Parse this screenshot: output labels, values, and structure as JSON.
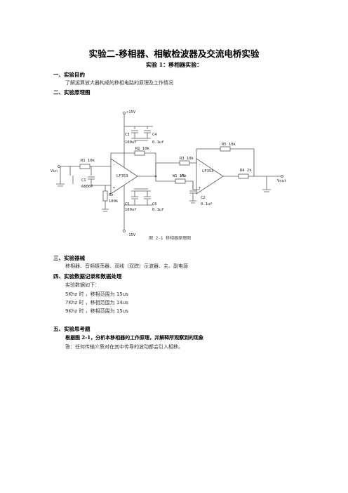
{
  "title": "实验二-移相器、相敏检波器及交流电桥实验",
  "subtitle": "实验 1：移相器实验：",
  "sections": {
    "s1": {
      "heading": "一、实验目的",
      "body": "了解运算放大器构成的移相电路的原理及工作情况"
    },
    "s2": {
      "heading": "二、实验原理图"
    },
    "s3": {
      "heading": "三、实验器械",
      "body": "移相器、音频振荡器、双线（双踪）示波器、主、副电源"
    },
    "s4": {
      "heading": "四、实验数据记录和数据处理",
      "intro": "实验数据如下：",
      "rows": [
        "5Khz 时 ，移相范围为 15us",
        "7Khz 时 ，移相范围为 14us",
        "9Khz 时 ，移相范围为 15us"
      ]
    },
    "s5": {
      "heading": "五、实验思考题",
      "question": "根据图 2-1，分析本移相器的工作原理，并解释所观察到的现象",
      "answer": "答：任何传输介质对在其中传导的波动都会引入相移。"
    }
  },
  "figure": {
    "caption": "图 2-1 移相器原理图",
    "labels": {
      "vplus": "+15V",
      "vminus": "-15V",
      "c3": "C3",
      "c3v": "100uf",
      "c4": "C4",
      "c4v": "0.1uf",
      "r2": "R2 10k",
      "r1": "R1 10k",
      "vin": "Vin",
      "c1": "C1",
      "c1v": "6800P",
      "rz": "Rz",
      "rzv": "100k",
      "c5": "C5",
      "c5v": "100uf",
      "c6": "C6",
      "c6v": "0.1uf",
      "op1": "LF353",
      "op2": "LF353",
      "r3": "R3 10k",
      "w1": "W1 10k",
      "r5": "R5 10k",
      "r4": "R4 2k",
      "c2": "C2",
      "c2v": "0.1uf",
      "vout": "Vout",
      "minus1": "-",
      "plus1": "+",
      "minus2": "-",
      "plus2": "+"
    }
  }
}
